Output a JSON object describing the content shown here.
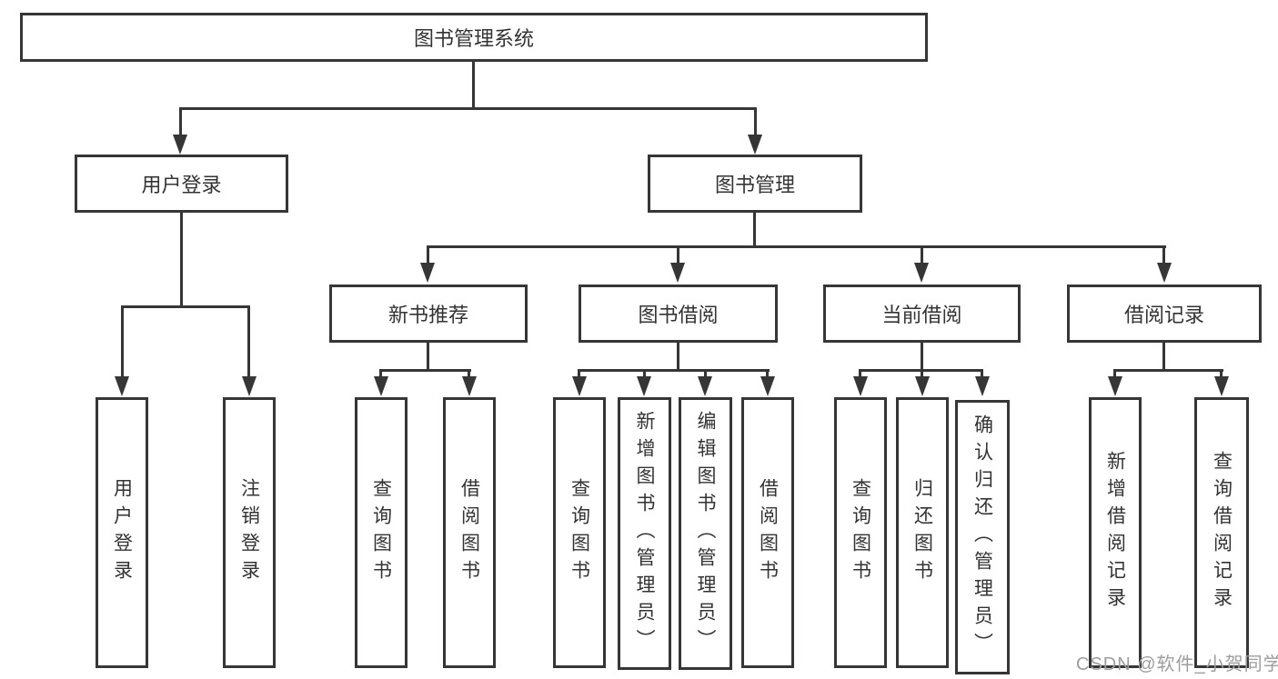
{
  "diagram": {
    "root": {
      "label": "图书管理系统"
    },
    "branches": [
      {
        "label": "用户登录",
        "children": [
          {
            "label": "用户登录"
          },
          {
            "label": "注销登录"
          }
        ]
      },
      {
        "label": "图书管理",
        "children": [
          {
            "label": "新书推荐",
            "children": [
              {
                "label": "查询图书"
              },
              {
                "label": "借阅图书"
              }
            ]
          },
          {
            "label": "图书借阅",
            "children": [
              {
                "label": "查询图书"
              },
              {
                "label": "新增图书（管理员）"
              },
              {
                "label": "编辑图书（管理员）"
              },
              {
                "label": "借阅图书"
              }
            ]
          },
          {
            "label": "当前借阅",
            "children": [
              {
                "label": "查询图书"
              },
              {
                "label": "归还图书"
              },
              {
                "label": "确认归还（管理员）"
              }
            ]
          },
          {
            "label": "借阅记录",
            "children": [
              {
                "label": "新增借阅记录"
              },
              {
                "label": "查询借阅记录"
              }
            ]
          }
        ]
      }
    ]
  },
  "watermark": {
    "text": "CSDN @软件_小贺同学"
  },
  "colors": {
    "line": "#363636",
    "box_border": "#363636",
    "text": "#333333",
    "watermark": "#9d9d9d",
    "background": "#ffffff"
  }
}
